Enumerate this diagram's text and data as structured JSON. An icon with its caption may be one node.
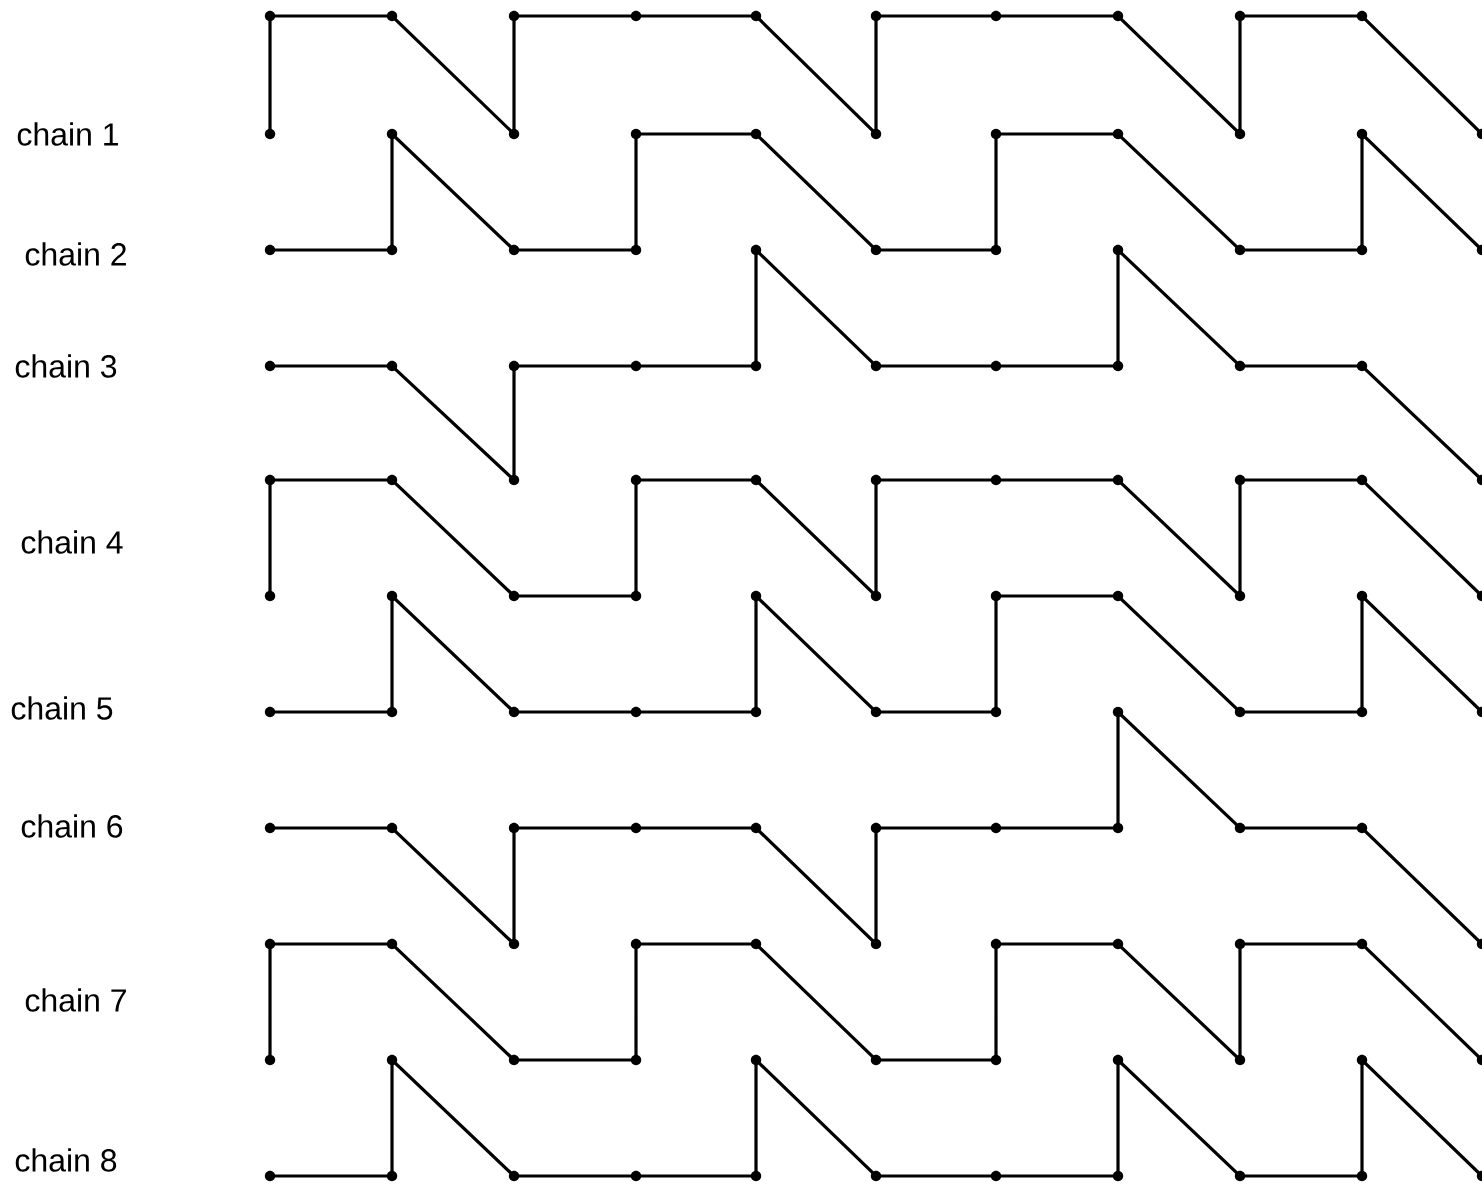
{
  "diagram": {
    "labels": [
      "chain 1",
      "chain 2",
      "chain 3",
      "chain 4",
      "chain 5",
      "chain 6",
      "chain 7",
      "chain 8"
    ]
  }
}
